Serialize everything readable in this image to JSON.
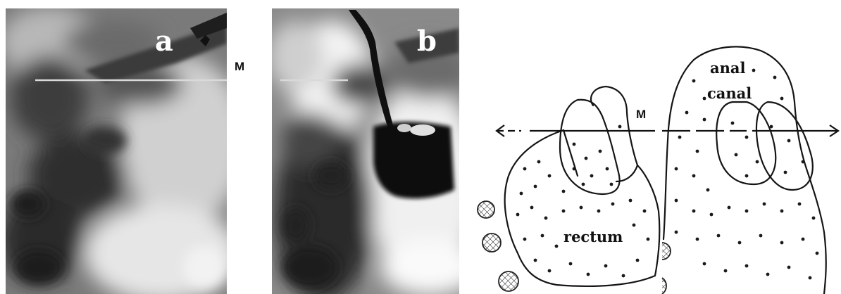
{
  "panels": {
    "a": {
      "label": "a"
    },
    "b": {
      "label": "b"
    }
  },
  "midline_label_xray": "M",
  "sketch": {
    "midline_label": "M",
    "anal_canal_line1": "anal",
    "anal_canal_line2": "canal",
    "rectum_label": "rectum"
  }
}
